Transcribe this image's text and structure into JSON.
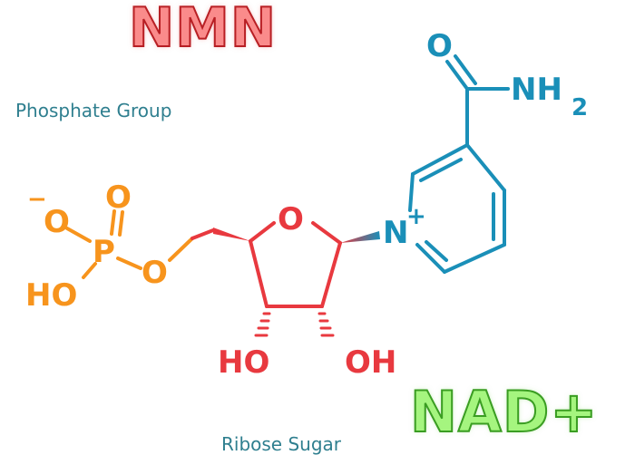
{
  "titles": {
    "nmn": "NMN",
    "nad": "NAD+"
  },
  "labels": {
    "phosphate_group": "Phosphate Group",
    "ribose_sugar": "Ribose Sugar"
  },
  "atoms": {
    "o_minus_charge": "−",
    "o_minus": "O",
    "p": "P",
    "p_double_o": "O",
    "p_ester_o": "O",
    "p_ho": "HO",
    "ring_o": "O",
    "sugar_ho_left": "HO",
    "sugar_oh_right": "OH",
    "nitrogen": "N",
    "nitrogen_charge": "+",
    "amide_o": "O",
    "amide_nh": "NH",
    "amide_sub": "2"
  },
  "colors": {
    "phosphate": "#f7941d",
    "ribose": "#e8393f",
    "nicotinamide": "#1a8fb8",
    "label": "#2f7f8f",
    "nmn_fill": "#fa8b8b",
    "nad_fill": "#a5f57f"
  }
}
